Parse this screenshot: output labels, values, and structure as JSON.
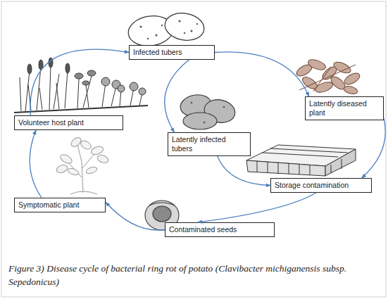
{
  "diagram": {
    "caption": "Figure 3) Disease cycle of bacterial ring rot of potato (Clavibacter michiganensis subsp. Sepedonicus)",
    "nodes": [
      {
        "text": [
          "Infected tubers"
        ]
      },
      {
        "text": [
          "Latently diseased plant"
        ]
      },
      {
        "text": [
          "Latently infected tubers"
        ]
      },
      {
        "text": [
          "Storage contamination"
        ]
      },
      {
        "text": [
          "Contaminated seeds"
        ]
      },
      {
        "text": [
          "Symptomatic plant"
        ]
      },
      {
        "text": [
          "Volunteer host plant"
        ]
      }
    ],
    "edges": [
      {
        "from": 0,
        "to": 1,
        "arrow": "to"
      },
      {
        "from": 0,
        "to": 2,
        "arrow": "to"
      },
      {
        "from": 1,
        "to": 3,
        "arrow": "to"
      },
      {
        "from": 2,
        "to": 3,
        "arrow": "to"
      },
      {
        "from": 3,
        "to": 4,
        "arrow": "to"
      },
      {
        "from": 4,
        "to": 5,
        "arrow": "to"
      },
      {
        "from": 5,
        "to": 6,
        "arrow": "to"
      },
      {
        "from": 6,
        "to": 0,
        "arrow": "to"
      }
    ]
  }
}
